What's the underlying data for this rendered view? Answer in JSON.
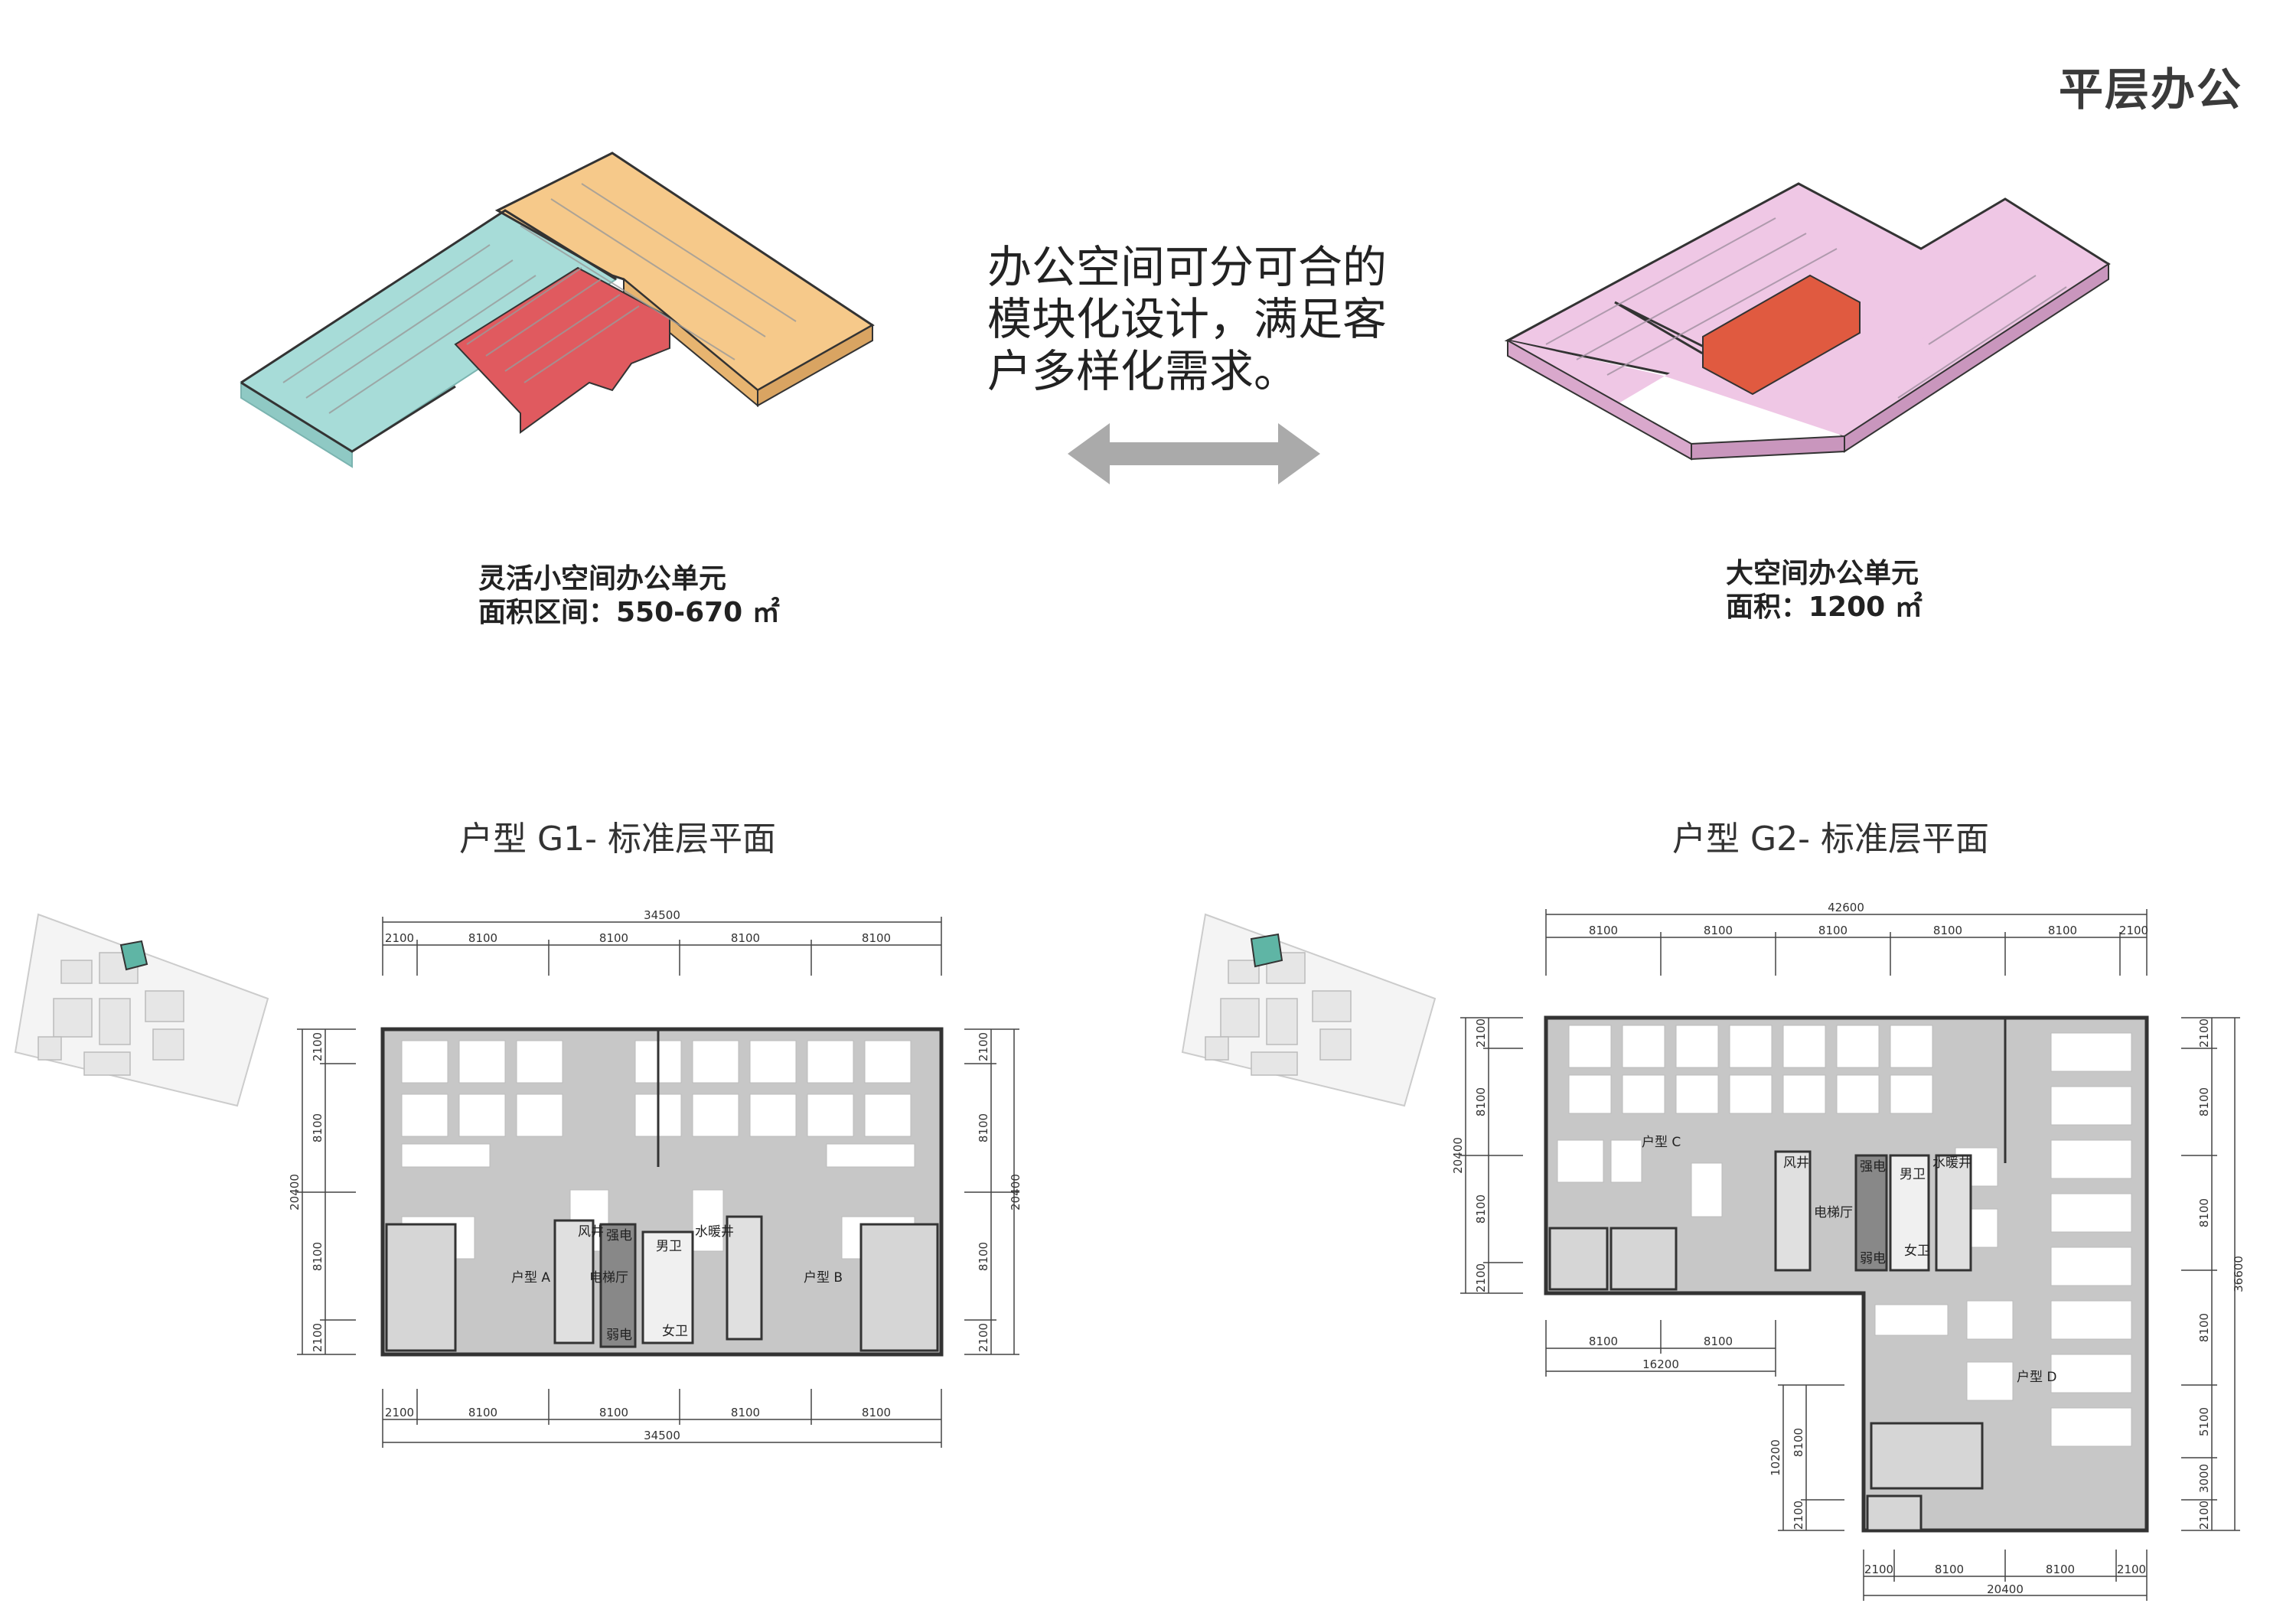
{
  "header": {
    "title": "平层办公"
  },
  "intro": {
    "lines": [
      "办公空间可分可合的",
      "模块化设计，满足客",
      "户多样化需求。"
    ]
  },
  "units": {
    "left": {
      "name": "灵活小空间办公单元",
      "area": "面积区间：550-670 ㎡"
    },
    "right": {
      "name": "大空间办公单元",
      "area": "面积：1200 ㎡"
    }
  },
  "colors": {
    "teal": "#a7dcd8",
    "orange": "#f6c98a",
    "red": "#e05a5f",
    "pink": "#efc7e5",
    "core_red": "#e05a40",
    "arrow": "#aaaaaa",
    "plan_fill": "#c7c7c7"
  },
  "plans": {
    "g1": {
      "title": "户型 G1- 标准层平面",
      "top_total": "34500",
      "top_dims": [
        "2100",
        "8100",
        "8100",
        "8100",
        "8100"
      ],
      "bottom_total": "34500",
      "bottom_dims": [
        "2100",
        "8100",
        "8100",
        "8100",
        "8100"
      ],
      "side_total": "20400",
      "side_dims": [
        "2100",
        "8100",
        "8100",
        "2100"
      ],
      "labels": {
        "unit_a": "户型 A",
        "unit_b": "户型 B",
        "fan": "风井",
        "elec": "强电",
        "weak": "弱电",
        "lobby": "电梯厅",
        "male": "男卫",
        "female": "女卫",
        "tea": "水暖井"
      }
    },
    "g2": {
      "title": "户型 G2- 标准层平面",
      "top_total": "42600",
      "top_dims": [
        "8100",
        "8100",
        "8100",
        "8100",
        "8100",
        "2100"
      ],
      "left_total": "20400",
      "left_dims": [
        "2100",
        "8100",
        "8100",
        "2100"
      ],
      "right_total": "36600",
      "right_dims": [
        "2100",
        "8100",
        "8100",
        "8100",
        "5100",
        "3000",
        "2100"
      ],
      "mid_total": "16200",
      "mid_dims": [
        "8100",
        "8100"
      ],
      "lower_left_total": "10200",
      "lower_left_dims": [
        "8100",
        "2100"
      ],
      "bottom_total": "20400",
      "bottom_dims": [
        "2100",
        "8100",
        "8100",
        "2100"
      ],
      "labels": {
        "unit_c": "户型 C",
        "unit_d": "户型 D",
        "fan": "风井",
        "elec": "强电",
        "weak": "弱电",
        "lobby": "电梯厅",
        "male": "男卫",
        "female": "女卫",
        "tea": "水暖井"
      }
    }
  }
}
